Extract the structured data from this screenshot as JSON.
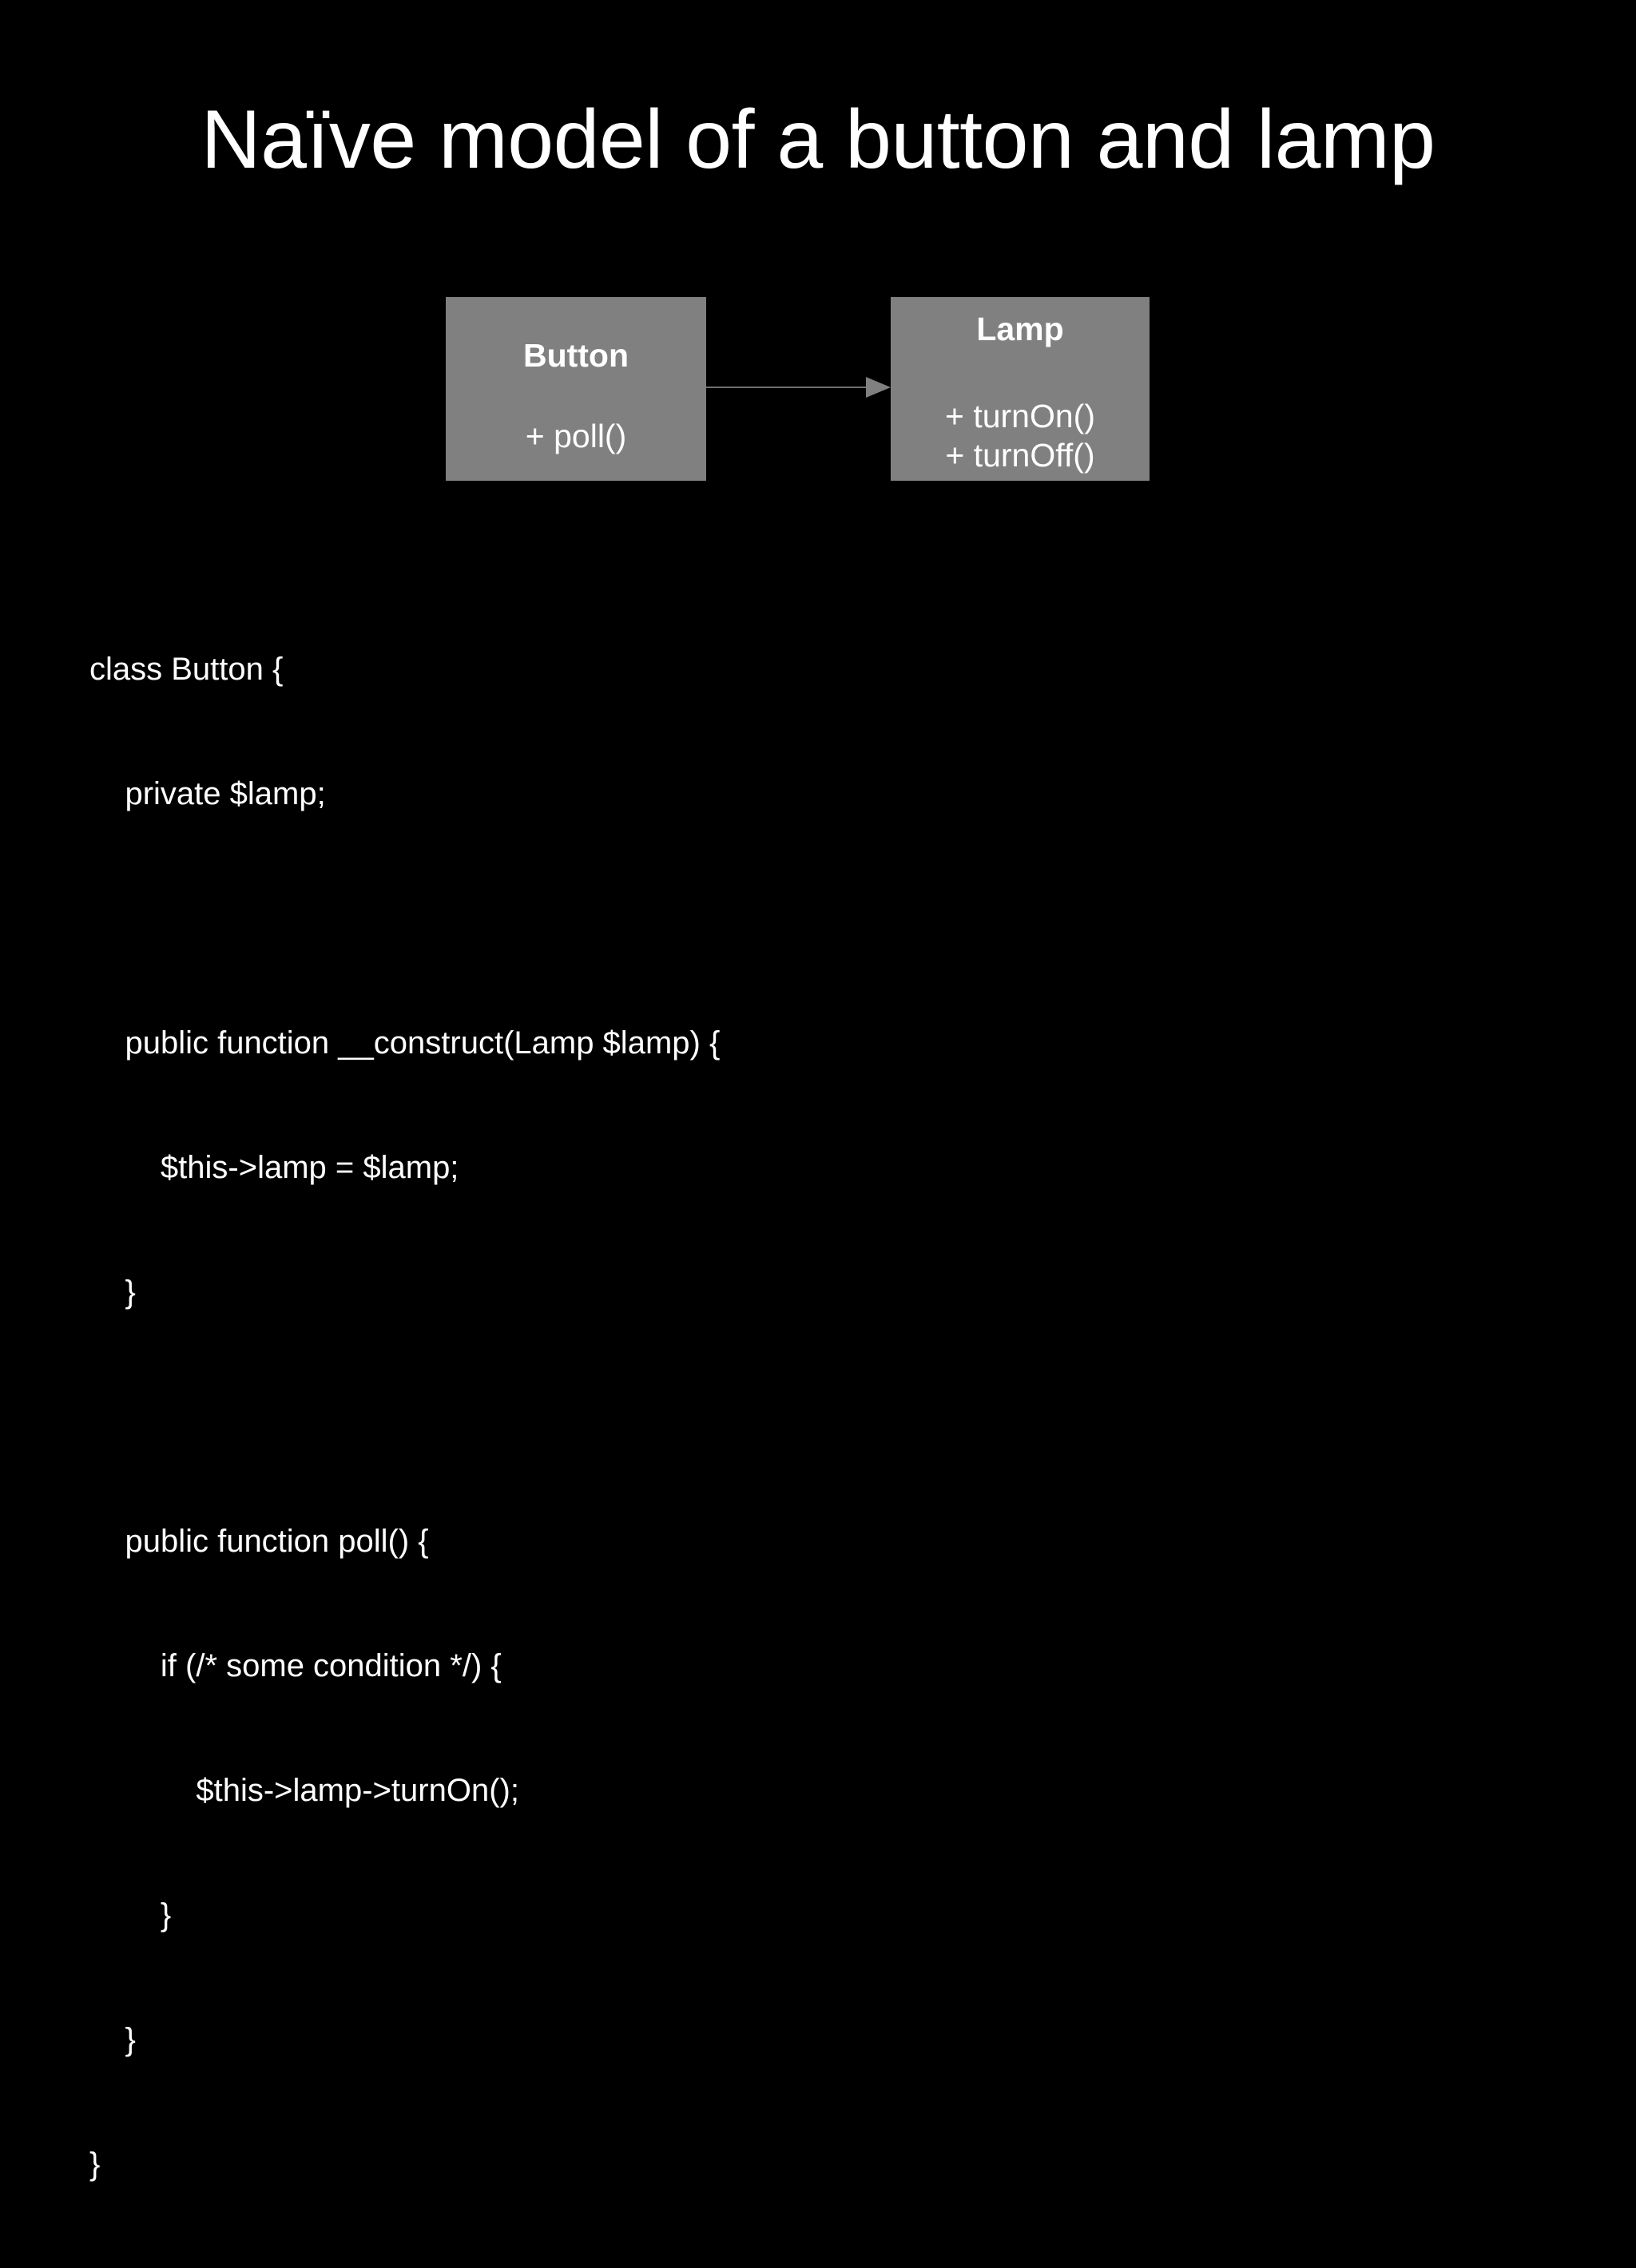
{
  "slide": {
    "background_color": "#000000",
    "text_color": "#ffffff",
    "title": "Naïve model of a button and lamp"
  },
  "diagram": {
    "box_fill_color": "#808080",
    "arrow_color": "#808080",
    "boxes": [
      {
        "id": "button",
        "title": "Button",
        "methods": "+ poll()"
      },
      {
        "id": "lamp",
        "title": "Lamp",
        "method_1": "+ turnOn()",
        "method_2": "+ turnOff()"
      }
    ],
    "arrow": {
      "from": "Button",
      "to": "Lamp",
      "style": "association-open-arrow"
    }
  },
  "code": {
    "language": "php",
    "lines": [
      "class Button {",
      "    private $lamp;",
      "",
      "    public function __construct(Lamp $lamp) {",
      "        $this->lamp = $lamp;",
      "    }",
      "",
      "    public function poll() {",
      "        if (/* some condition */) {",
      "            $this->lamp->turnOn();",
      "        }",
      "    }",
      "}"
    ]
  }
}
